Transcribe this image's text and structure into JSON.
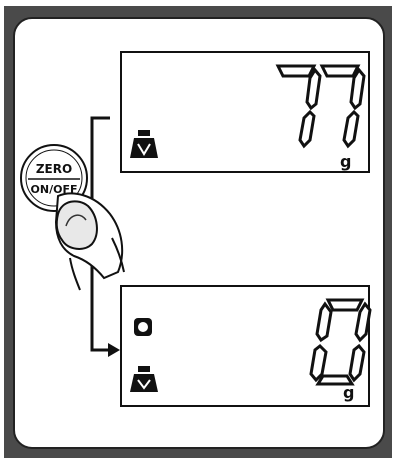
{
  "colors": {
    "frame": "#4a4a4a",
    "panel": "#ffffff",
    "ink": "#111111",
    "outline": "#222222"
  },
  "button": {
    "line1": "ZERO",
    "line2": "ON/OFF",
    "icon": "zero-on-off-button"
  },
  "display_top": {
    "reading": "77",
    "unit": "g",
    "icons": [
      "weight-icon"
    ]
  },
  "display_bottom": {
    "reading": "0",
    "unit": "g",
    "icons": [
      "zero-indicator-icon",
      "weight-icon"
    ]
  },
  "pointer": {
    "icon": "finger-pressing-icon",
    "arrow": "arrow-right-icon"
  }
}
